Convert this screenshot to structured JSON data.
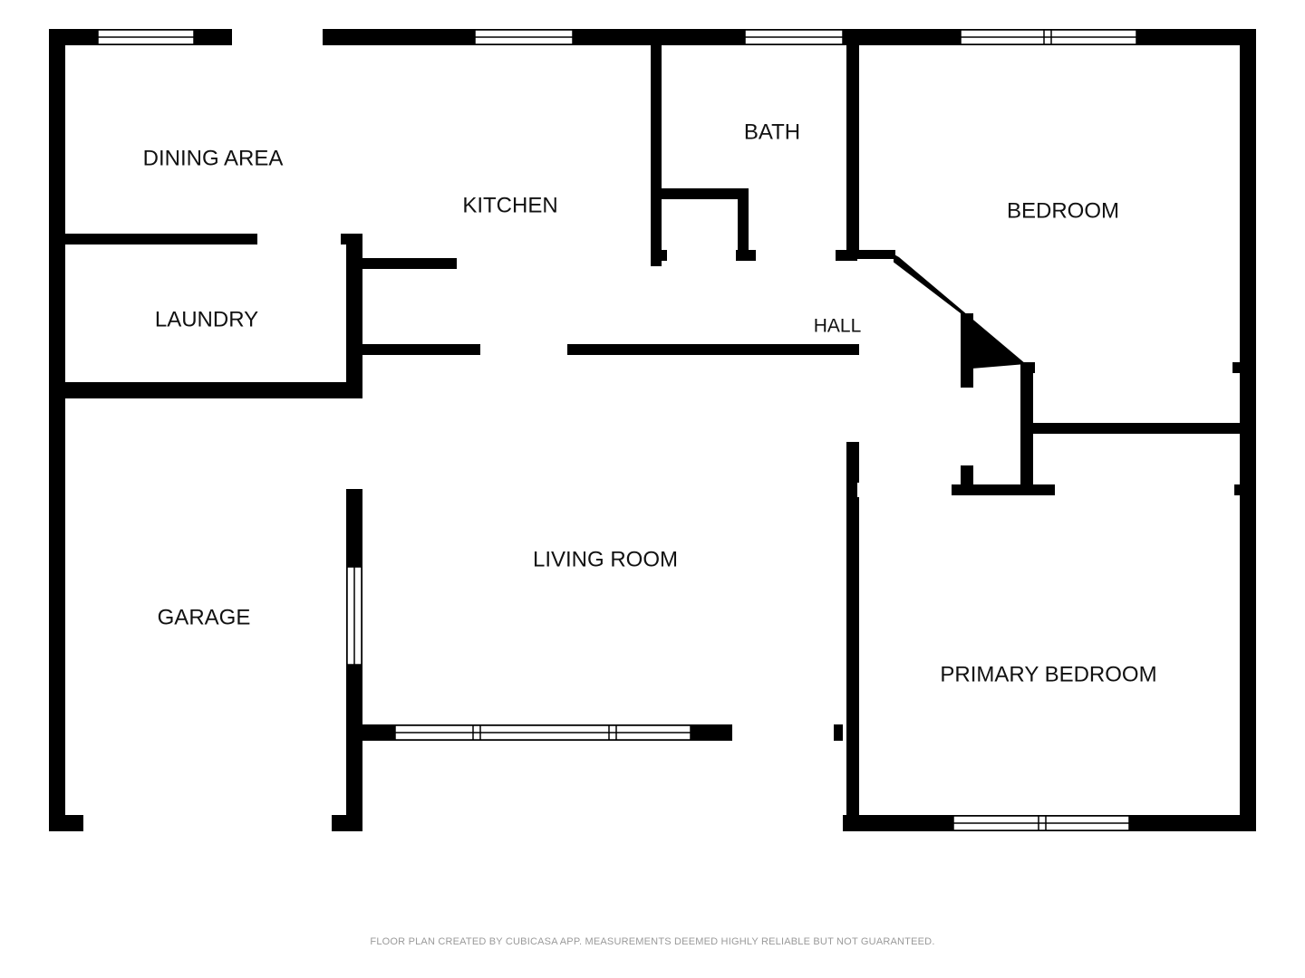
{
  "rooms": {
    "dining_area": "DINING AREA",
    "kitchen": "KITCHEN",
    "bath": "BATH",
    "bedroom": "BEDROOM",
    "laundry": "LAUNDRY",
    "hall": "HALL",
    "living_room": "LIVING ROOM",
    "garage": "GARAGE",
    "primary_bedroom": "PRIMARY BEDROOM"
  },
  "footer": {
    "note": "FLOOR PLAN CREATED BY CUBICASA APP. MEASUREMENTS DEEMED HIGHLY RELIABLE BUT NOT GUARANTEED."
  }
}
